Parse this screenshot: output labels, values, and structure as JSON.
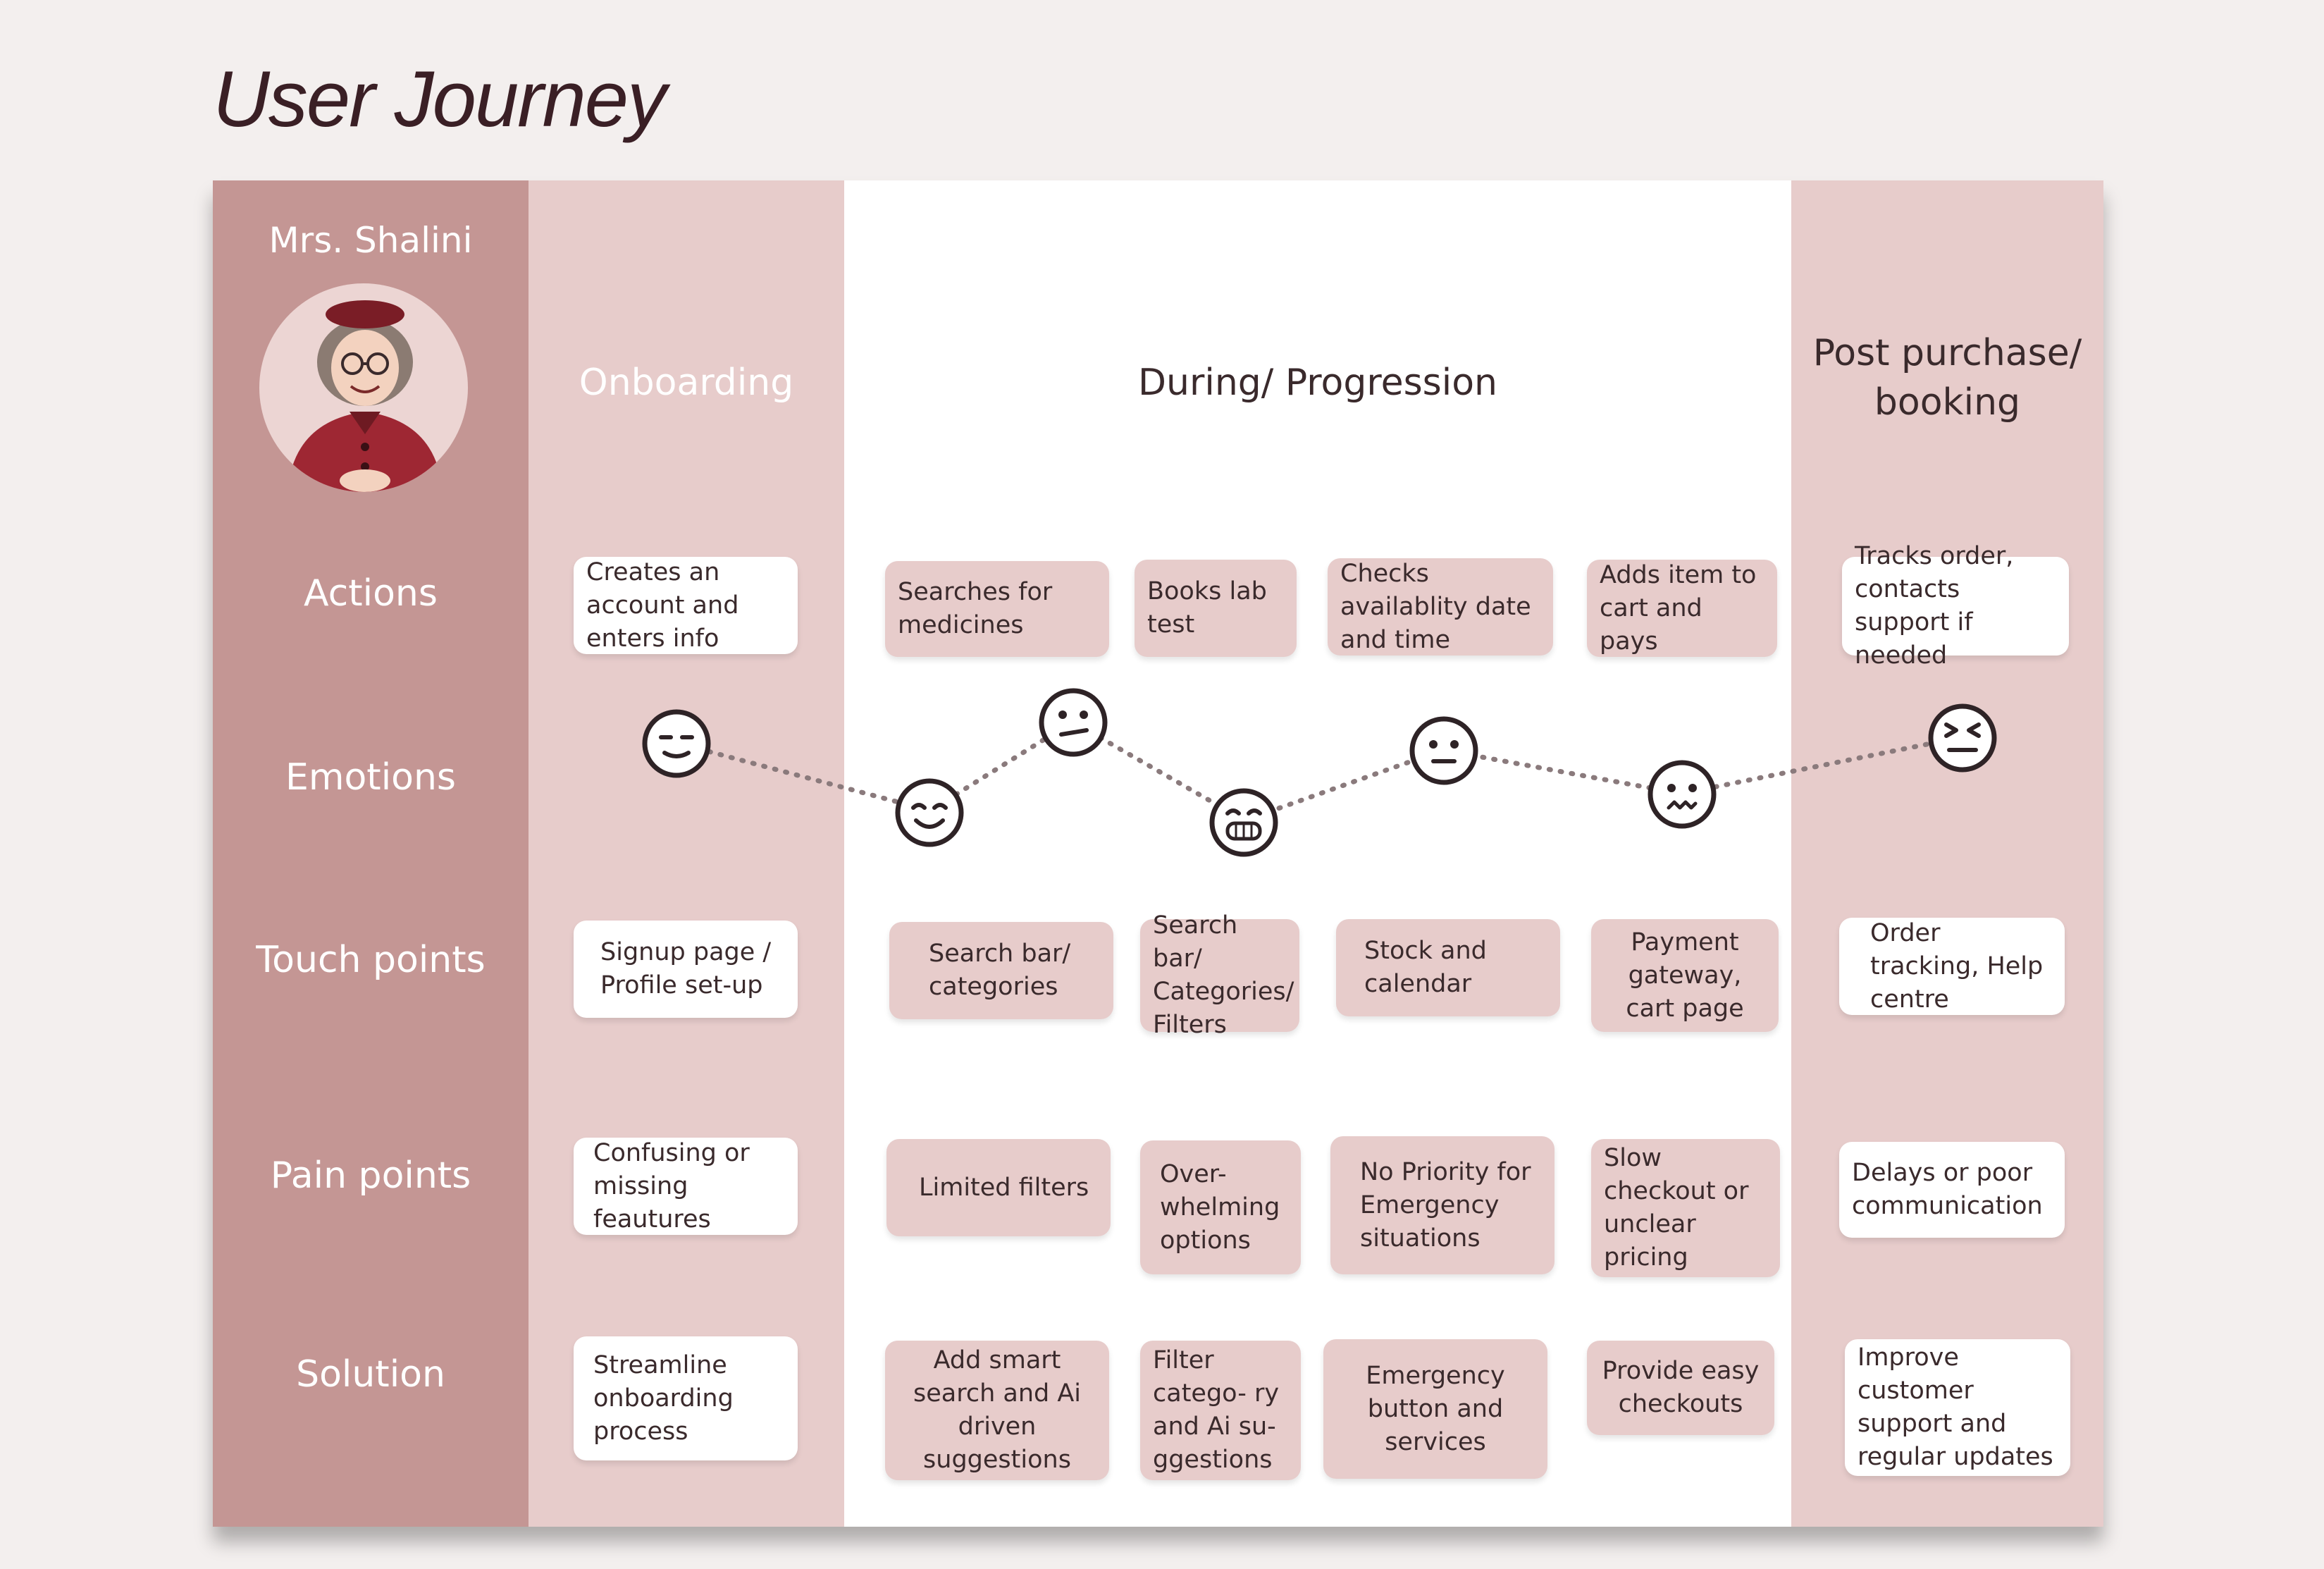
{
  "title": "User Journey",
  "persona": {
    "name": "Mrs. Shalini"
  },
  "rows": {
    "actions": "Actions",
    "emotions": "Emotions",
    "touch_points": "Touch points",
    "pain_points": "Pain points",
    "solution": "Solution"
  },
  "stages": {
    "onboarding": "Onboarding",
    "during": "During/ Progression",
    "post_line1": "Post purchase/",
    "post_line2": "booking"
  },
  "actions": [
    "Creates an account and enters info",
    "Searches for medicines",
    "Books lab test",
    "Checks availablity date and time",
    "Adds item to cart and pays",
    "Tracks order, contacts support if needed"
  ],
  "touch_points": [
    "Signup page / Profile set-up",
    "Search bar/ categories",
    "Search bar/ Categories/ Filters",
    "Stock and calendar",
    "Payment gateway, cart page",
    "Order tracking, Help centre"
  ],
  "pain_points": [
    "Confusing or missing feautures",
    "Limited filters",
    "Over- whelming options",
    "No Priority for Emergency situations",
    "Slow checkout or unclear pricing",
    "Delays or poor communication"
  ],
  "solutions": [
    "Streamline onboarding process",
    "Add smart search and Ai driven suggestions",
    "Filter catego- ry and Ai su- ggestions",
    "Emergency button and services",
    "Provide easy checkouts",
    "Improve customer support and regular updates"
  ],
  "emotions": [
    "content-face-icon",
    "relieved-face-icon",
    "skeptical-face-icon",
    "grimacing-face-icon",
    "neutral-face-icon",
    "worried-face-icon",
    "frustrated-face-icon"
  ],
  "colors": {
    "persona_column": "#c49694",
    "stage_band": "#e7cccb",
    "title": "#3a1f25"
  }
}
